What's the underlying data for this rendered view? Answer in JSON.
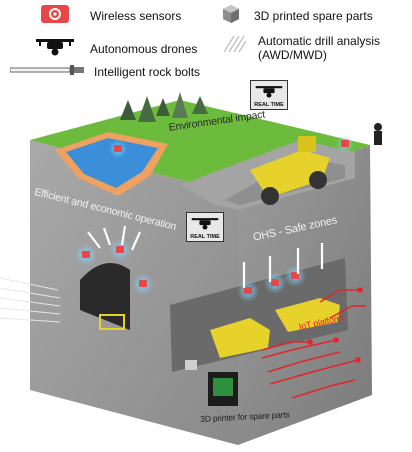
{
  "legend": {
    "wireless_sensors": "Wireless sensors",
    "spare_parts": "3D printed spare parts",
    "drones": "Autonomous drones",
    "drill_analysis_line1": "Automatic drill analysis",
    "drill_analysis_line2": "(AWD/MWD)",
    "rock_bolts": "Intelligent rock bolts"
  },
  "diagram": {
    "environmental_impact": "Environmental impact",
    "efficient_operation": "Efficient and economic operation",
    "safe_zones": "OHS - Safe zones",
    "iot_platform": "IoT platform",
    "printer": "3D printer for spare parts",
    "real_time_1": "REAL TIME",
    "real_time_2": "REAL TIME"
  },
  "colors": {
    "sensor_red": "#e8474a",
    "grass": "#6dbb3c",
    "water": "#3b8fd8",
    "water_border": "#f0a060",
    "rock": "#9a9a9a",
    "truck": "#e6d22a",
    "circuit": "#e0262c"
  }
}
